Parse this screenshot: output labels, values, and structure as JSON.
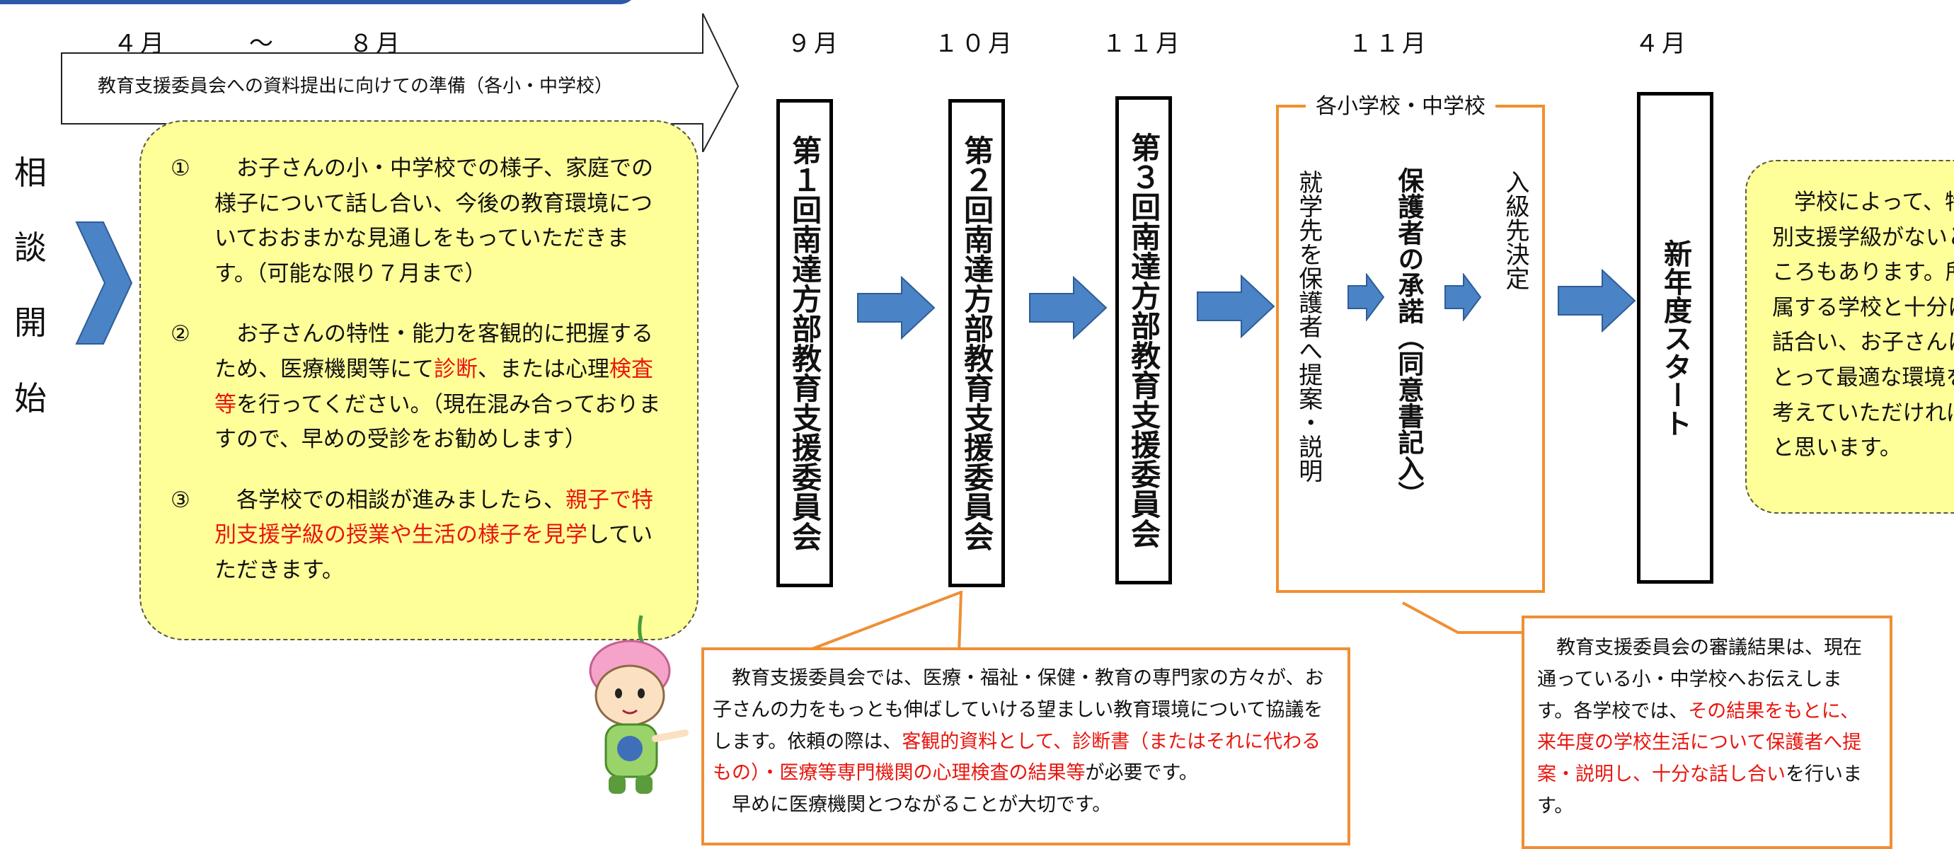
{
  "timeline": {
    "months": {
      "apr_start": "４月",
      "tilde": "～",
      "aug": "８月",
      "sep": "９月",
      "oct": "１０月",
      "nov_a": "１１月",
      "nov_b": "１１月",
      "apr_end": "４月"
    },
    "prep_arrow_label": "教育支援委員会への資料提出に向けての準備（各小・中学校）"
  },
  "consult_start": {
    "chars": [
      "相",
      "談",
      "開",
      "始"
    ]
  },
  "yellow_box": {
    "item1": {
      "num": "①",
      "text": "お子さんの小・中学校での様子、家庭での様子について話し合い、今後の教育環境についておおまかな見通しをもっていただきます。（可能な限り７月まで）"
    },
    "item2": {
      "num": "②",
      "text_a": "お子さんの特性・能力を客観的に把握するため、医療機関等にて",
      "red_a": "診断",
      "text_b": "、または心理",
      "red_b": "検査等",
      "text_c": "を行ってください。（現在混み合っておりますので、早めの受診をお勧めします）"
    },
    "item3": {
      "num": "③",
      "text_a": "各学校での相談が進みましたら、",
      "red_a": "親子で特別支援学級の授業や生活の様子を見学",
      "text_b": "していただきます。"
    }
  },
  "committees": {
    "first": "第１回南達方部教育支援委員会",
    "second": "第２回南達方部教育支援委員会",
    "third": "第３回南達方部教育支援委員会"
  },
  "school_frame": {
    "title": "各小学校・中学校",
    "propose": "就学先を保護者へ提案・説明",
    "consent": "保護者の承諾（同意書記入）",
    "decide": "入級先決定"
  },
  "new_year": "新年度スタート",
  "right_note": "学校によって、特別支援学級がないところもあります。所属する学校と十分に話合い、お子さんにとって最適な環境を考えていただければと思います。",
  "callout_committee": {
    "text_a": "教育支援委員会では、医療・福祉・保健・教育の専門家の方々が、お子さんの力をもっとも伸ばしていける望ましい教育環境について協議をします。依頼の際は、",
    "red_a": "客観的資料として、診断書（またはそれに代わるもの）・医療等専門機関の心理検査の結果等",
    "text_b": "が必要です。",
    "text_c": "早めに医療機関とつながることが大切です。"
  },
  "callout_result": {
    "text_a": "教育支援委員会の審議結果は、現在通っている小・中学校へお伝えします。各学校では、",
    "red_a": "その結果をもとに、来年度の学校生活について保護者へ提案・説明し、十分な話し合い",
    "text_b": "を行います。"
  },
  "colors": {
    "arrow_blue": "#4a83c6",
    "top_bar_blue": "#2b5aa6",
    "highlight_yellow": "#ffff99",
    "frame_orange": "#f0902d",
    "emphasis_red": "#e8160e"
  }
}
